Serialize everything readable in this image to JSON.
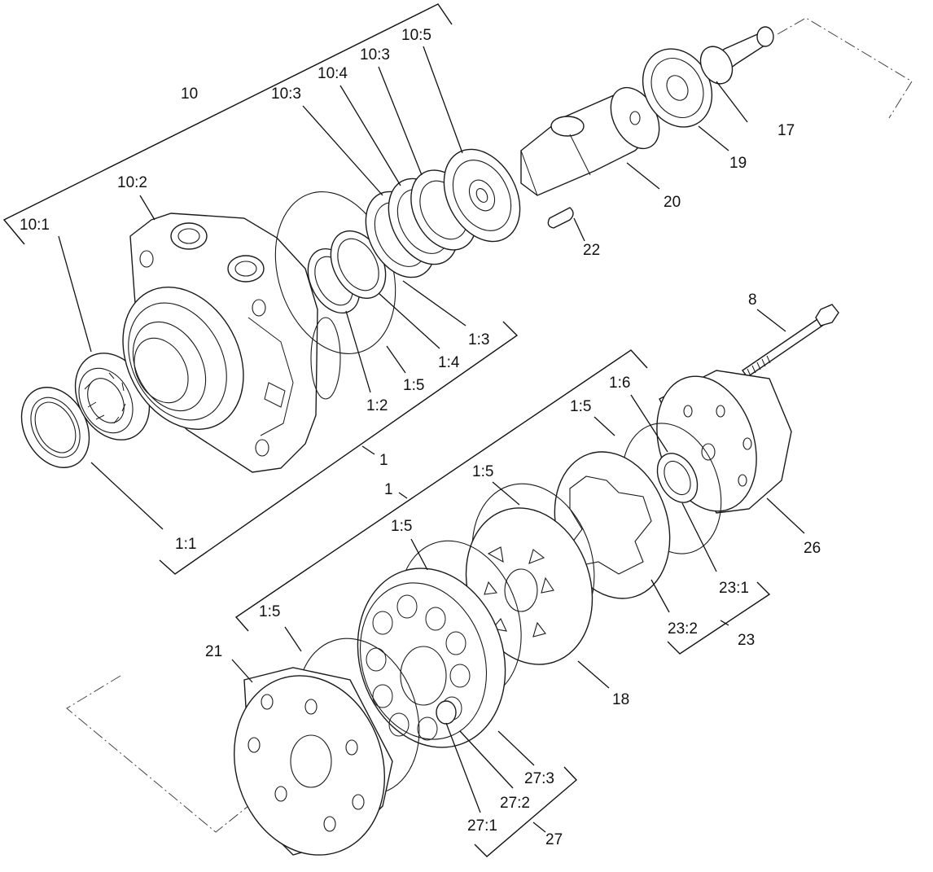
{
  "labels": {
    "l10": "10",
    "l10_1": "10:1",
    "l10_2": "10:2",
    "l10_3a": "10:3",
    "l10_4": "10:4",
    "l10_3b": "10:3",
    "l10_5": "10:5",
    "l17": "17",
    "l19": "19",
    "l20": "20",
    "l22": "22",
    "l8": "8",
    "l1_3": "1:3",
    "l1_4": "1:4",
    "l1_5a": "1:5",
    "l1_2": "1:2",
    "l1a": "1",
    "l1_1": "1:1",
    "l1_6": "1:6",
    "l1_5b": "1:5",
    "l1_5c": "1:5",
    "l1b": "1",
    "l1_5d": "1:5",
    "l1_5e": "1:5",
    "l21": "21",
    "l26": "26",
    "l23_1": "23:1",
    "l23_2": "23:2",
    "l23": "23",
    "l18": "18",
    "l27_3": "27:3",
    "l27_2": "27:2",
    "l27_1": "27:1",
    "l27": "27"
  }
}
